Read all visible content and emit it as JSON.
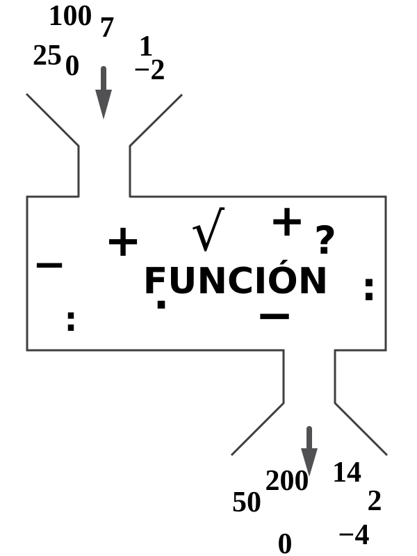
{
  "diagram": {
    "machine_label": "FUNCIÓN",
    "inputs": {
      "values": [
        "100",
        "7",
        "25",
        "0",
        "1",
        "−2"
      ]
    },
    "outputs": {
      "values": [
        "200",
        "14",
        "50",
        "2",
        "0",
        "−4"
      ]
    },
    "operators": {
      "minus_left": "−",
      "plus_left": "+",
      "sqrt": "√",
      "plus_right": "+",
      "question_mark": "?",
      "colon_left": ":",
      "middle_dot": "·",
      "minus_bottom": "−",
      "colon_right": ":"
    },
    "colors": {
      "line": "#3f3f41",
      "arrow": "#515154",
      "text": "#000000",
      "background": "#ffffff"
    }
  }
}
